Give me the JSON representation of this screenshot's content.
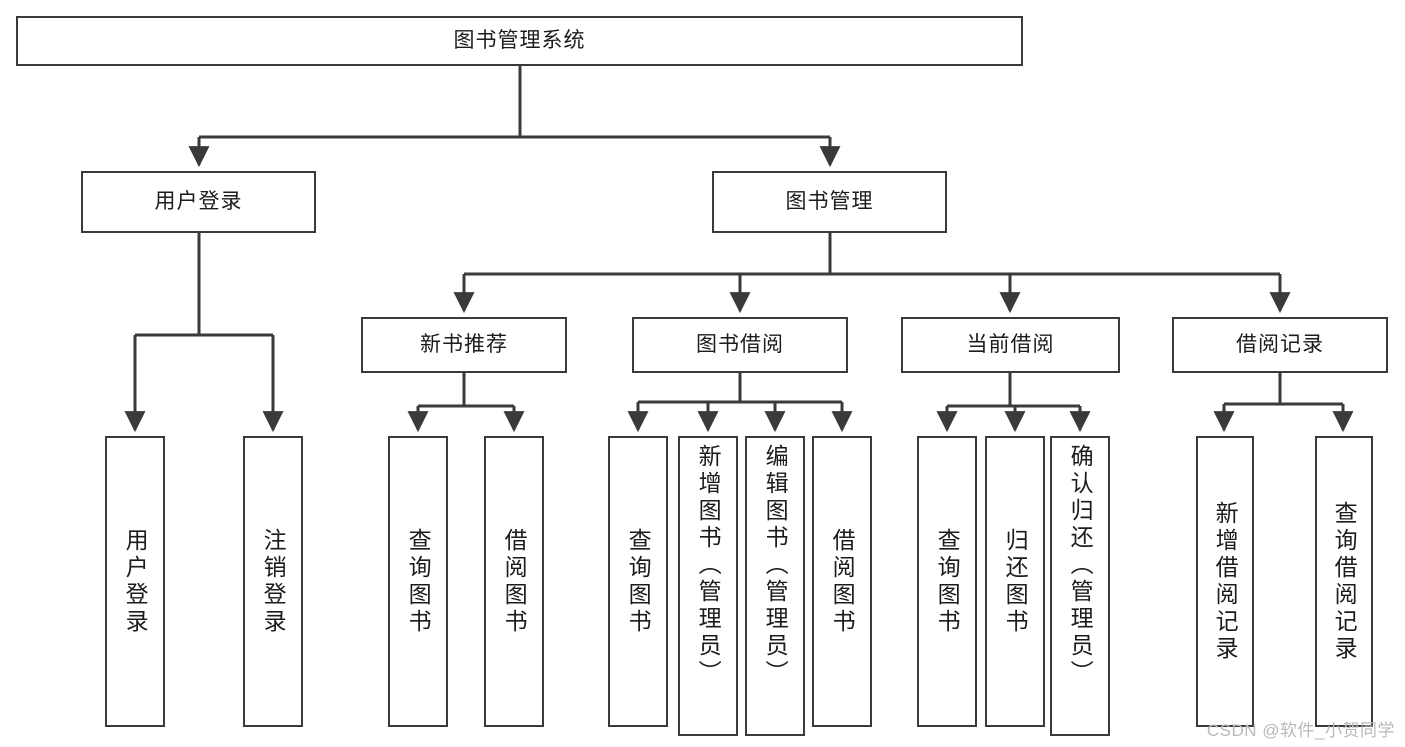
{
  "diagram": {
    "title": "图书管理系统",
    "type": "tree-hierarchy-flowchart",
    "stroke_color": "#3a3a3a",
    "text_color": "#1c1c1c",
    "background_color": "#ffffff"
  },
  "root": {
    "label": "图书管理系统"
  },
  "level2": [
    {
      "label": "用户登录"
    },
    {
      "label": "图书管理"
    }
  ],
  "level3": [
    {
      "label": "新书推荐"
    },
    {
      "label": "图书借阅"
    },
    {
      "label": "当前借阅"
    },
    {
      "label": "借阅记录"
    }
  ],
  "leaves": {
    "user_login": [
      {
        "label": "用户登录"
      },
      {
        "label": "注销登录"
      }
    ],
    "new_book_recommend": [
      {
        "label": "查询图书"
      },
      {
        "label": "借阅图书"
      }
    ],
    "book_borrow": [
      {
        "label": "查询图书"
      },
      {
        "label": "新增图书（管理员）"
      },
      {
        "label": "编辑图书（管理员）"
      },
      {
        "label": "借阅图书"
      }
    ],
    "current_borrow": [
      {
        "label": "查询图书"
      },
      {
        "label": "归还图书"
      },
      {
        "label": "确认归还（管理员）"
      }
    ],
    "borrow_record": [
      {
        "label": "新增借阅记录"
      },
      {
        "label": "查询借阅记录"
      }
    ]
  },
  "watermark": {
    "text": "CSDN @软件_小贺同学"
  }
}
